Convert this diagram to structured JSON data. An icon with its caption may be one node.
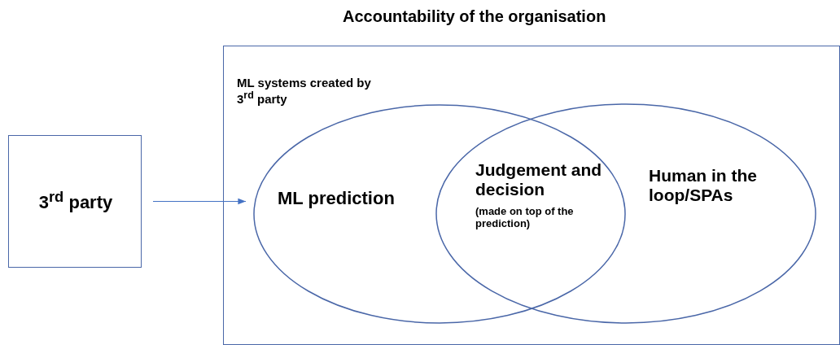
{
  "diagram": {
    "nodes": [
      {
        "text": [
          "Accountability of the organisation",
          "ML systems created by 3$^{rd}$ party"
        ]
      },
      {
        "text": [
          "3$^{rd}$ party"
        ]
      },
      {
        "text": [
          "ML prediction"
        ],
        "in": 0
      },
      {
        "text": [
          "Human in the loop/SPAs"
        ],
        "in": 0
      },
      {
        "text": [
          "Judgement and decision",
          "(made on top of the prediction)"
        ]
      }
    ],
    "edges": [
      {
        "from": 1,
        "to": 2,
        "arrow": "to"
      }
    ]
  }
}
